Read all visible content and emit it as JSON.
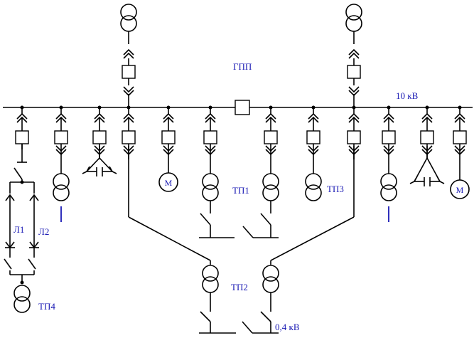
{
  "labels": {
    "gpp": "ГПП",
    "voltage_hv": "10 кВ",
    "tp1": "ТП1",
    "tp2": "ТП2",
    "tp3": "ТП3",
    "tp4": "ТП4",
    "l1": "Л1",
    "l2": "Л2",
    "voltage_lv": "0,4 кВ",
    "motor": "М"
  },
  "colors": {
    "line": "#000000",
    "label": "#1a1ab4",
    "bus_feed": "#1a1ab4"
  },
  "icons": [
    "transformer-icon",
    "breaker-icon",
    "disconnector-icon",
    "motor-icon",
    "capacitor-bank-icon",
    "plug-connector-icon",
    "fuse-icon"
  ]
}
